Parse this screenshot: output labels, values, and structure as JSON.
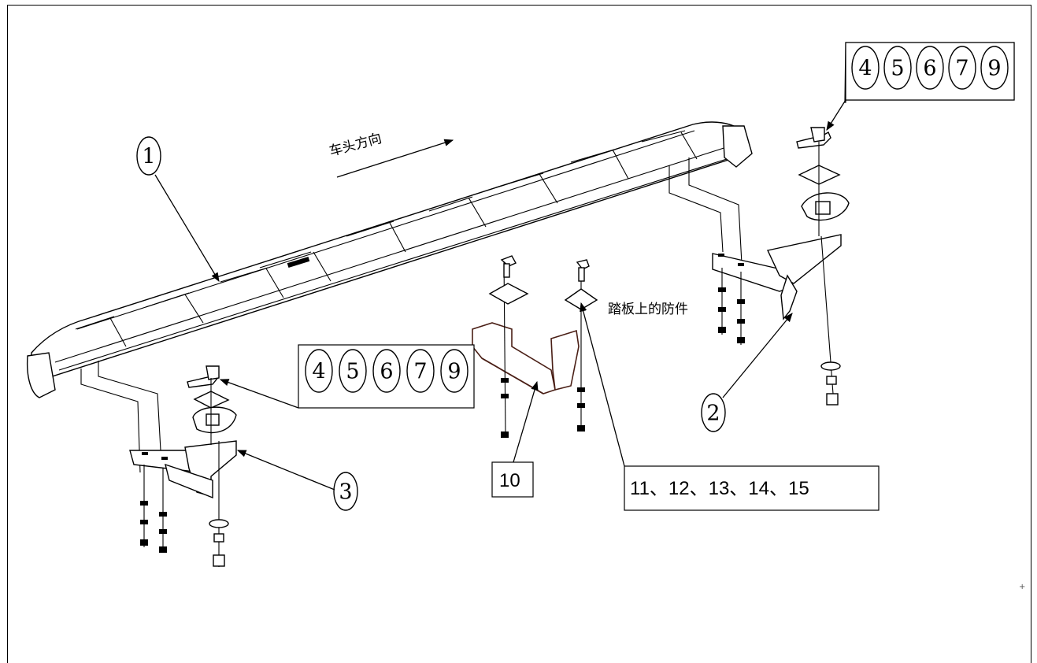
{
  "labels": {
    "callout_1": "1",
    "callout_2": "2",
    "callout_3": "3",
    "box_10": "10",
    "box_11_15": "11、12、13、14、15",
    "direction_text": "车头方向",
    "pedal_guard_text": "踏板上的防件"
  },
  "callout_group_top": [
    "4",
    "5",
    "6",
    "7",
    "9"
  ],
  "callout_group_mid": [
    "4",
    "5",
    "6",
    "7",
    "9"
  ],
  "colors": {
    "line": "#000000",
    "bracket_10": "#4a1f16",
    "background": "#ffffff"
  }
}
